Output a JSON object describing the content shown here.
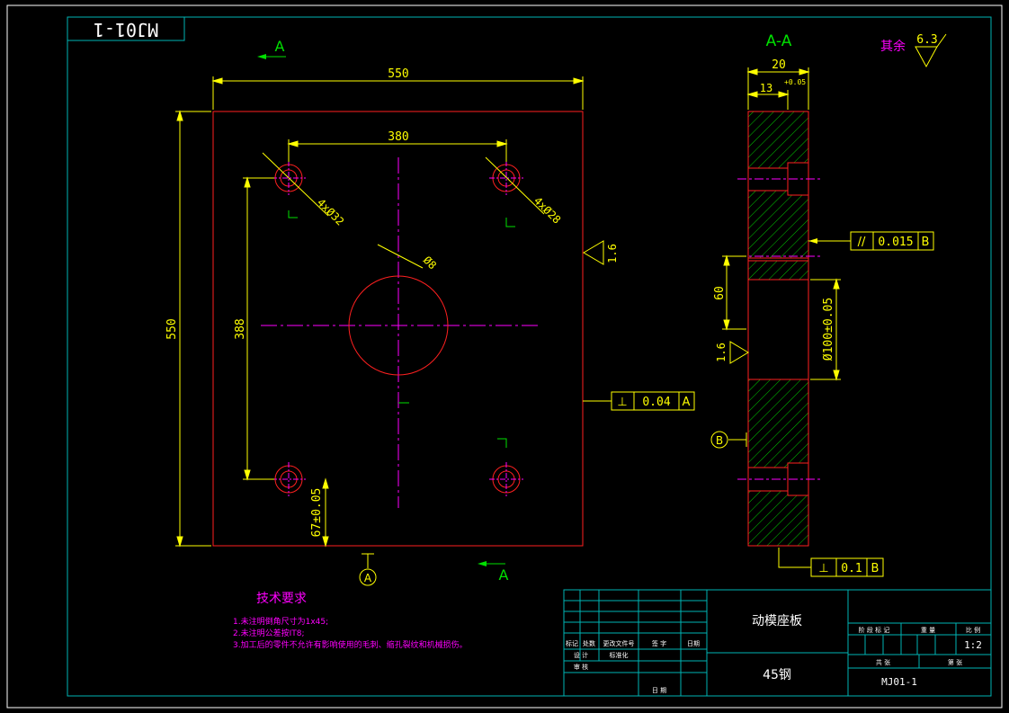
{
  "stamp_code": "MJ01-1",
  "colors": {
    "frame": "#00b4b4",
    "outline": "#ff2020",
    "dimension": "#ffff00",
    "center": "#ff00ff",
    "section_label": "#00e000",
    "hatch": "#00c800",
    "notes": "#ff00ff",
    "white": "#ffffff"
  },
  "front_view": {
    "width_dim": "550",
    "height_dim": "550",
    "hole_spacing_x": "380",
    "hole_spacing_y": "388",
    "hole_label_a": "4xØ32",
    "hole_label_b": "4xØ28",
    "center_hole": "Ø8",
    "offset_dim": "67±0.05",
    "roughness": "1.6",
    "section_mark": "A",
    "datum_a": "A",
    "perpendicularity": {
      "symbol": "⊥",
      "value": "0.04",
      "datum": "A"
    }
  },
  "section_view": {
    "title": "A-A",
    "thickness": "20",
    "depth": "13",
    "depth_tol": "+0.05",
    "dim_60": "60",
    "bore": "Ø100±0.05",
    "roughness": "1.6",
    "datum_b": "B",
    "parallelism": {
      "symbol": "//",
      "value": "0.015",
      "datum": "B"
    },
    "perpendicularity": {
      "symbol": "⊥",
      "value": "0.1",
      "datum": "B"
    }
  },
  "surface_finish": {
    "label": "其余",
    "value": "6.3"
  },
  "tech_requirements": {
    "title": "技术要求",
    "items": [
      "1.未注明倒角尺寸为1x45;",
      "2.未注明公差按IT8;",
      "3.加工后的零件不允许有影响使用的毛刺、缩孔裂纹和机械损伤。"
    ]
  },
  "title_block": {
    "part_name": "动模座板",
    "material": "45钢",
    "drawing_no": "MJ01-1",
    "scale": "1:2",
    "h_stage": "阶 段 标 记",
    "h_weight": "重 量",
    "h_scale": "比 例",
    "sheet_total": "共 张",
    "sheet_no": "第 张",
    "row_labels": [
      "标记",
      "处数",
      "更改文件号",
      "签 字",
      "日期"
    ],
    "designer": "设 计",
    "standard": "标准化",
    "reviewer": "审 核",
    "date": "日 期"
  }
}
